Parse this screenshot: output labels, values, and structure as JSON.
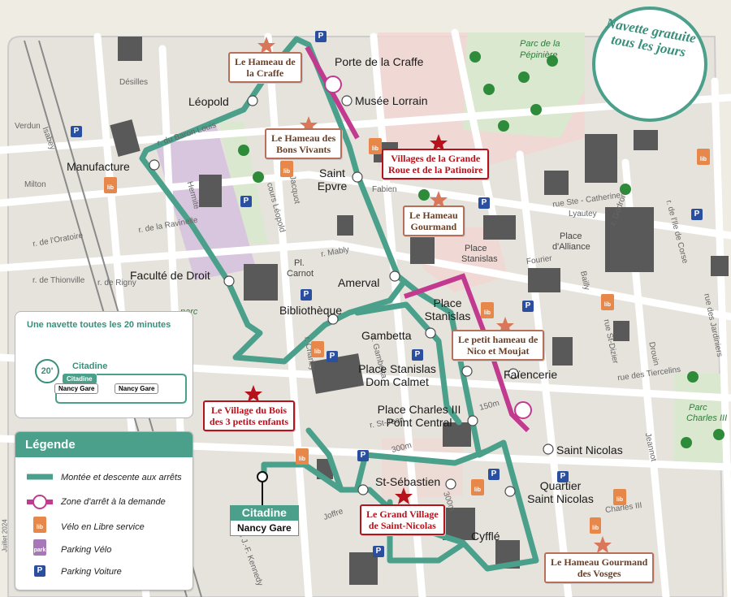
{
  "promo": {
    "text": "Navette gratuite tous les jours"
  },
  "stops": {
    "porte_craffe": "Porte de la Craffe",
    "musee": "Musée Lorrain",
    "leopold": "Léopold",
    "manufacture": "Manufacture",
    "saint_epvre_1": "Saint",
    "saint_epvre_2": "Epvre",
    "faculte": "Faculté de Droit",
    "amerval": "Amerval",
    "bibliotheque": "Bibliothèque",
    "gambetta": "Gambetta",
    "place_stan_1": "Place",
    "place_stan_2": "Stanislas",
    "dom_calmet_1": "Place Stanislas",
    "dom_calmet_2": "Dom Calmet",
    "charles3_1": "Place Charles III",
    "charles3_2": "Point Central",
    "faiencerie": "Faïencerie",
    "saint_nicolas": "Saint Nicolas",
    "st_sebastien": "St-Sébastien",
    "quartier_1": "Quartier",
    "quartier_2": "Saint Nicolas",
    "cyffle": "Cyfflé"
  },
  "station": {
    "line": "Citadine",
    "name": "Nancy Gare"
  },
  "events": {
    "hameau_craffe": [
      "Le Hameau de",
      "la Craffe"
    ],
    "bons_vivants": [
      "Le Hameau des",
      "Bons Vivants"
    ],
    "grande_roue": [
      "Villages de la Grande",
      "Roue et de la Patinoire"
    ],
    "gourmand": [
      "Le Hameau",
      "Gourmand"
    ],
    "nico_moujat": [
      "Le petit hameau de",
      "Nico et Moujat"
    ],
    "village_bois": [
      "Le Village du Bois",
      "des 3 petits enfants"
    ],
    "grand_village": [
      "Le Grand Village",
      "de Saint-Nicolas"
    ],
    "gourmand_vosges": [
      "Le Hameau Gourmand",
      "des Vosges"
    ]
  },
  "areas": {
    "parc_pepiniere_1": "Parc de la",
    "parc_pepiniere_2": "Pépinière",
    "pl_carnot_1": "Pl.",
    "pl_carnot_2": "Carnot",
    "place_stan_1": "Place",
    "place_stan_2": "Stanislas",
    "place_alliance_1": "Place",
    "place_alliance_2": "d'Alliance",
    "parc_charles_1": "Parc",
    "parc_charles_2": "Charles III",
    "parc_godrot": "parc"
  },
  "streets": {
    "desilles": "Désilles",
    "verdun": "Verdun",
    "isabey": "Isabey",
    "milton": "Milton",
    "oratoire": "r. de l'Oratoire",
    "thionville": "r. de Thionville",
    "rigny": "r. de Rigny",
    "ravinelle": "r. de la Ravinelle",
    "hermite": "Hermite",
    "leopold_cours": "cours Léopold",
    "baron_louis": "r. du Baron Louis",
    "ste_catherine": "rue Ste - Catherine",
    "lyautey": "Lyautey",
    "gambetta": "r. Gambetta",
    "st_jean": "r. St-Jean",
    "chanzy": "r. Chanzy",
    "joffre": "Joffre",
    "kennedy": "viaduc J.-F. Kennedy",
    "tiercelins": "rue des Tiercelins",
    "jardiniers": "rue des Jardiniers",
    "drouin": "Drouin",
    "fourier": "Fourier",
    "bailly": "Bailly",
    "jeannot": "Jeannot",
    "charles3": "Charles III",
    "lyautey2": "r. Godron",
    "corse": "r. de l'Ile de Corse",
    "st_dizier": "rue St-Dizier",
    "jacquot": "Jacquot",
    "mably": "r. Mably",
    "fabien": "Fabien"
  },
  "distances": {
    "d1": "150m",
    "d2": "300m",
    "d3": "300m"
  },
  "legend": {
    "title": "Légende",
    "items": [
      "Montée et descente aux arrêts",
      "Zone d'arrêt à la demande",
      "Vélo en Libre service",
      "Parking Vélo",
      "Parking Voiture"
    ],
    "lib": "lib",
    "park": "park",
    "p": "P"
  },
  "frequency": {
    "title": "Une navette toutes les 20 minutes",
    "minutes": "20'",
    "line": "Citadine",
    "chip_line": "Citadine",
    "chip_a": "Nancy Gare",
    "chip_b": "Nancy Gare"
  },
  "credits": "Juillet 2024",
  "colors": {
    "route": "#4aa08a",
    "ondemand": "#c23a8f",
    "event_red": "#b5121b",
    "event_brown": "#6b3e26",
    "parking": "#2a4ea0",
    "lib": "#e8874a"
  }
}
